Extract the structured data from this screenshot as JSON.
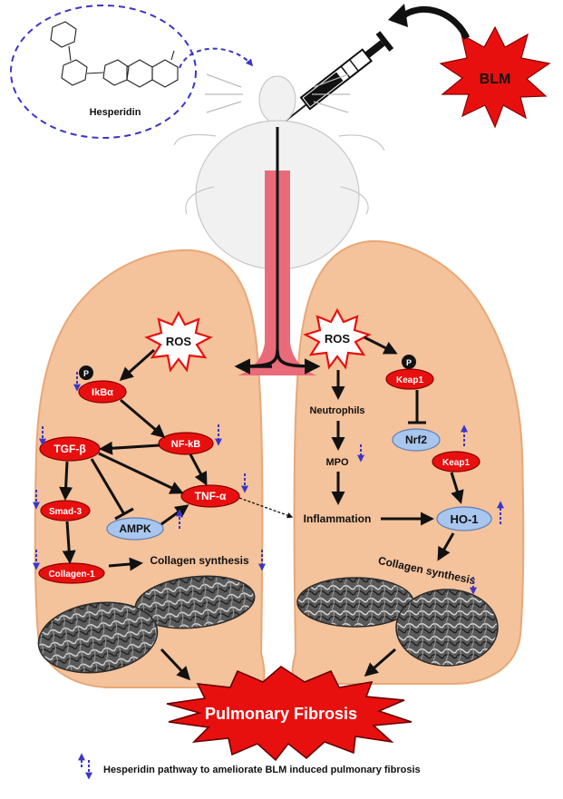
{
  "drug": {
    "name": "Hesperidin"
  },
  "trigger": {
    "label": "BLM"
  },
  "left_lung": {
    "ros": "ROS",
    "phospho": "P",
    "ikba": "IkBα",
    "nfkb": "NF-kB",
    "tgfb": "TGF-β",
    "smad3": "Smad-3",
    "collagen1": "Collagen-1",
    "ampk": "AMPK",
    "tnfa": "TNF-α",
    "collagen_synthesis": "Collagen synthesis"
  },
  "right_lung": {
    "ros": "ROS",
    "phospho": "P",
    "keap1_top": "Keap1",
    "nrf2": "Nrf2",
    "keap1_bottom": "Keap1",
    "neutrophils": "Neutrophils",
    "mpo": "MPO",
    "inflammation": "Inflammation",
    "ho1": "HO-1",
    "collagen_synthesis": "Collagen synthesis"
  },
  "outcome": {
    "label": "Pulmonary Fibrosis"
  },
  "legend": {
    "text": "Hesperidin pathway to ameliorate BLM induced pulmonary fibrosis"
  },
  "colors": {
    "lung": "#f4c29b",
    "lung_shade": "#e8a877",
    "node_red": "#e8100f",
    "node_blue": "#a8c6ee",
    "trachea": "#e96b7a",
    "legend_arrow": "#3b35c8"
  }
}
